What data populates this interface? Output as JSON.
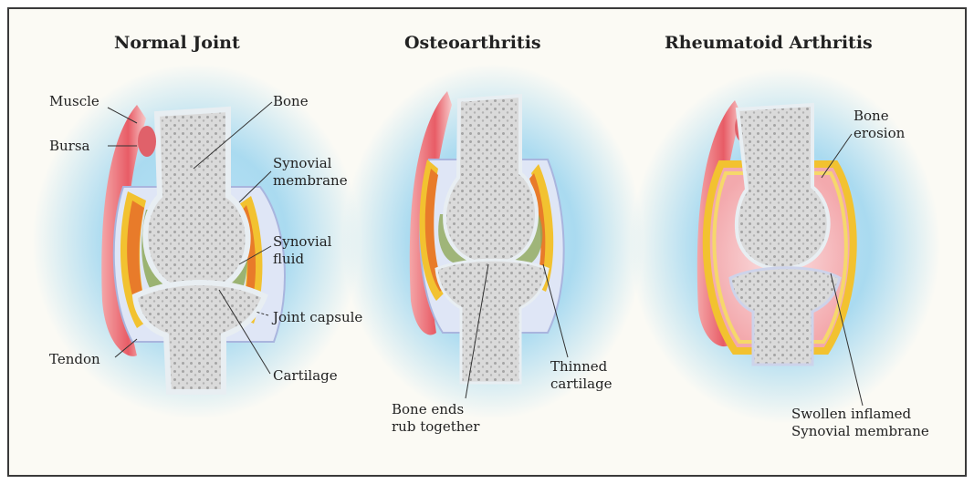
{
  "titles": {
    "normal": "Normal Joint",
    "osteo": "Osteoarthritis",
    "rheumatoid": "Rheumatoid Arthritis"
  },
  "labels": {
    "muscle": "Muscle",
    "bursa": "Bursa",
    "bone": "Bone",
    "synovial_membrane": "Synovial\nmembrane",
    "synovial_fluid": "Synovial\nfluid",
    "joint_capsule": "Joint capsule",
    "tendon": "Tendon",
    "cartilage": "Cartilage",
    "bone_ends_rub": "Bone ends\nrub together",
    "thinned_cartilage": "Thinned\ncartilage",
    "bone_erosion": "Bone\nerosion",
    "swollen_membrane": "Swollen inflamed\nSynovial membrane"
  },
  "colors": {
    "background": "#fbfaf4",
    "glow": "#8fd0ef",
    "bone": "#d9d9d9",
    "bone_dots": "#a9a9a9",
    "cartilage": "#eef2f4",
    "synovial_fluid": "#8fa95a",
    "membrane_yellow": "#f2c230",
    "membrane_orange": "#e87b2a",
    "muscle": "#e8606a",
    "capsule": "#c9d3ee",
    "inflamed": "#f6c3c6"
  }
}
